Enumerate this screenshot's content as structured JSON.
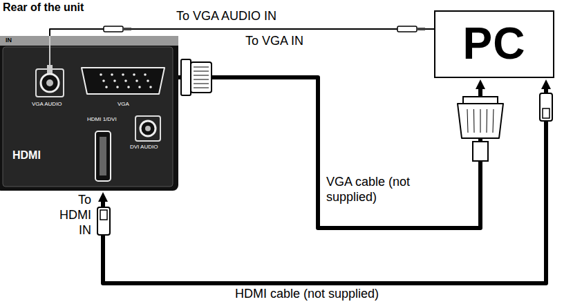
{
  "diagram": {
    "nodes": [
      {
        "text": [
          "Rear of the unit",
          "IN",
          "VGA AUDIO",
          "VGA",
          "HDMI 1/DVI",
          "DVI AUDIO",
          "HDMI"
        ]
      },
      {
        "text": [
          "PC"
        ]
      }
    ],
    "edges": [
      {
        "from": 0,
        "to": 1,
        "label": "To VGA AUDIO IN",
        "arrow": "none"
      },
      {
        "from": 0,
        "to": 1,
        "label": "VGA cable (not supplied)",
        "arrow": "to"
      },
      {
        "from": 0,
        "to": 1,
        "label": "HDMI cable (not supplied)",
        "arrow": "both"
      }
    ],
    "labels": [
      "To VGA IN",
      "To HDMI IN"
    ]
  }
}
